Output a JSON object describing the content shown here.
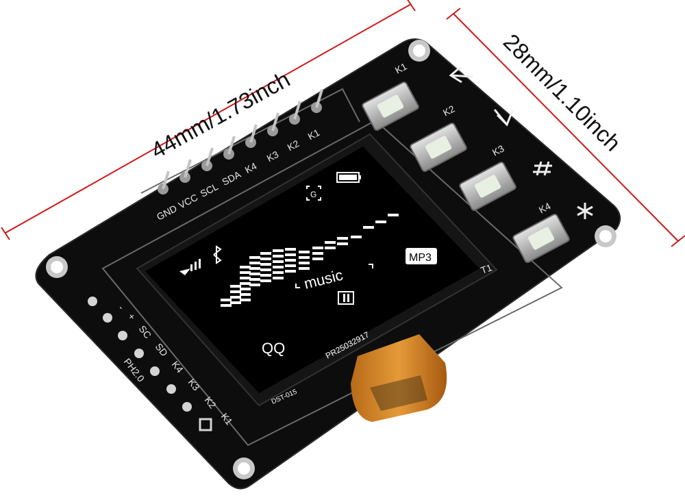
{
  "dimensions": {
    "width_label": "44mm/1.73inch",
    "height_label": "28mm/1.10inch",
    "line_color": "#d01818"
  },
  "board": {
    "color": "#0d0d0d",
    "top_pin_labels": [
      "GND",
      "VCC",
      "SCL",
      "SDA",
      "K4",
      "K3",
      "K2",
      "K1"
    ],
    "side_pin_labels": [
      "-",
      "+",
      "SC",
      "SD",
      "K4",
      "K3",
      "K2",
      "K1"
    ],
    "side_connector_label": "PH2.0",
    "button_labels": [
      "K1",
      "K2",
      "K3",
      "K4"
    ],
    "button_symbols": [
      "arrow-up-icon",
      "arrow-down-icon",
      "hash-icon",
      "asterisk-icon"
    ],
    "t1_label": "T1"
  },
  "oled": {
    "music_text": "music",
    "mp3_badge": "MP3",
    "qq_text": "QQ",
    "model_label": "DST-015",
    "flex_code": "PR25032917"
  }
}
